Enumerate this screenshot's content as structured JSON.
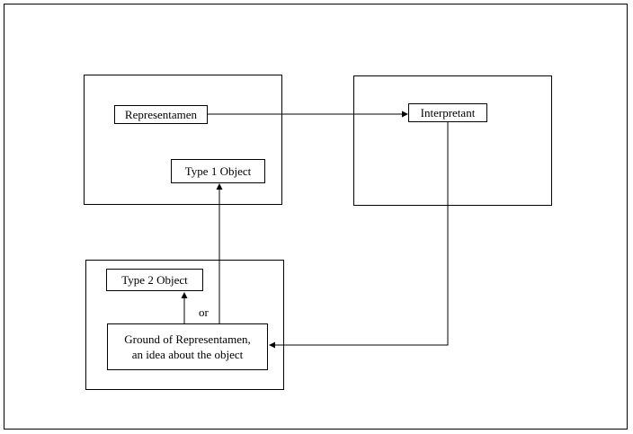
{
  "diagram": {
    "nodes": {
      "representamen": "Representamen",
      "interpretant": "Interpretant",
      "type1_object": "Type 1 Object",
      "type2_object": "Type 2 Object",
      "ground_line1": "Ground of Representamen,",
      "ground_line2": "an idea about the object"
    },
    "labels": {
      "or": "or"
    },
    "edges": [
      {
        "from": "Representamen",
        "to": "Interpretant"
      },
      {
        "from": "Interpretant",
        "to": "Ground of Representamen, an idea about the object"
      },
      {
        "from": "Ground of Representamen, an idea about the object",
        "to": "Type 1 Object"
      },
      {
        "from": "Ground of Representamen, an idea about the object",
        "to": "Type 2 Object"
      }
    ],
    "colors": {
      "line": "#000000",
      "background": "#ffffff"
    }
  }
}
